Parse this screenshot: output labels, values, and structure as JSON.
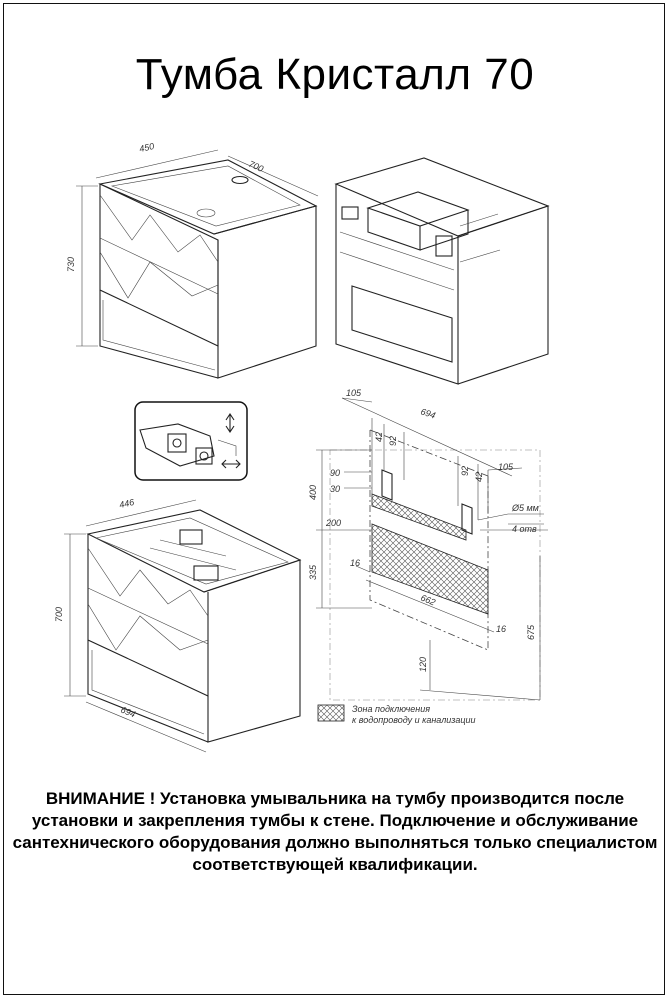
{
  "title": "Тумба Кристалл 70",
  "dims": {
    "top_depth": "450",
    "top_width": "700",
    "total_height": "730",
    "bottom_depth": "446",
    "bottom_height": "700",
    "bottom_width": "694",
    "wall_width": "694",
    "wall_left_offset": "105",
    "wall_right_offset": "105",
    "wall_v42_left": "42",
    "wall_v92_left": "92",
    "wall_v92_right": "92",
    "wall_v42_right": "42",
    "wall_h90": "90",
    "wall_h30": "30",
    "wall_h400": "400",
    "wall_h200": "200",
    "wall_h335": "335",
    "wall_h16_left": "16",
    "wall_w662": "662",
    "wall_h16_right": "16",
    "wall_h675": "675",
    "wall_h120": "120",
    "hole_diam": "Ø5 мм",
    "hole_count": "4 отв"
  },
  "legend": {
    "line1": "Зона подключения",
    "line2": "к водопроводу и канализации"
  },
  "notice": "ВНИМАНИЕ ! Установка умывальника на тумбу производится после установки и закрепления тумбы к стене. Подключение и обслуживание сантехнического оборудования должно выполняться только специалистом соответствующей квалификации."
}
